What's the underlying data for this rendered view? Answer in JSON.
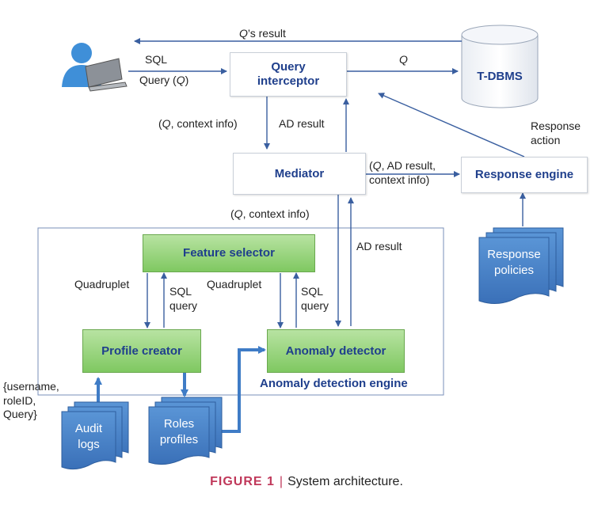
{
  "nodes": {
    "query_interceptor": "Query\ninterceptor",
    "tdbms": "T-DBMS",
    "mediator": "Mediator",
    "response_engine": "Response engine",
    "feature_selector": "Feature selector",
    "profile_creator": "Profile creator",
    "anomaly_detector": "Anomaly detector",
    "anomaly_detection_engine": "Anomaly detection engine",
    "response_policies": "Response\npolicies",
    "audit_logs": "Audit\nlogs",
    "roles_profiles": "Roles\nprofiles"
  },
  "edge_labels": {
    "q_result_prefix": "Q",
    "q_result_suffix": "’s result",
    "sql": "SQL",
    "query_q_prefix": "Query (",
    "query_q_var": "Q",
    "query_q_suffix": ")",
    "q_to_tdbms": "Q",
    "q_context_info_1_prefix": "(",
    "q_context_info_1_var": "Q",
    "q_context_info_1_suffix": ", context info)",
    "ad_result_1": "AD result",
    "response_action": "Response\naction",
    "q_ad_result_line1_prefix": "(",
    "q_ad_result_line1_var": "Q",
    "q_ad_result_line1_suffix": ", AD result,",
    "q_ad_result_line2": "context info)",
    "q_context_info_2_prefix": "(",
    "q_context_info_2_var": "Q",
    "q_context_info_2_suffix": ", context info)",
    "ad_result_2": "AD result",
    "quadruplet_1": "Quadruplet",
    "sql_query_1": "SQL\nquery",
    "quadruplet_2": "Quadruplet",
    "sql_query_2": "SQL\nquery",
    "audit_input": "{username,\nroleID,\nQuery}"
  },
  "caption": {
    "figure": "FIGURE 1",
    "separator": "|",
    "text": "System architecture."
  },
  "colors": {
    "arrow": "#3a5fa0",
    "green": "#7fc861",
    "doc_blue": "#3f7cc6"
  }
}
